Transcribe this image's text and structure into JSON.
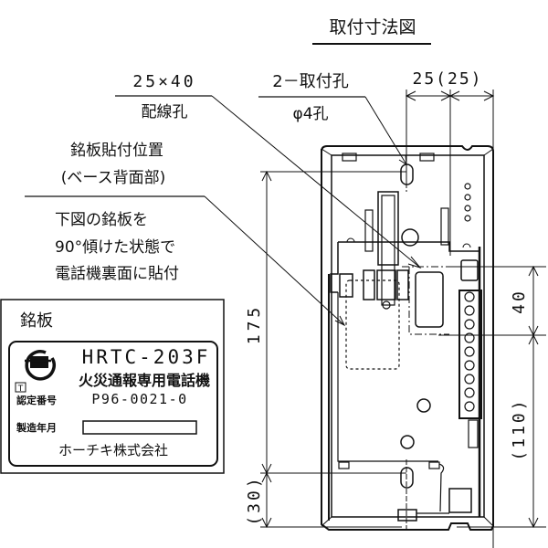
{
  "title": "取付寸法図",
  "callouts": {
    "wiring_hole": {
      "size": "25×40",
      "label": "配線孔"
    },
    "mount_hole": {
      "count": "2－取付孔",
      "diameter": "φ4孔"
    },
    "nameplate_position": {
      "title": "銘板貼付位置",
      "subtitle": "(ベース背面部)",
      "note_lines": [
        "下図の銘板を",
        "90°傾けた状態で",
        "電話機裏面に貼付"
      ]
    }
  },
  "dimensions": {
    "top_width": "25(25)",
    "right_upper": "40",
    "right_lower": "(110)",
    "left_main": "175",
    "left_lower": "(30)"
  },
  "nameplate": {
    "heading": "銘板",
    "model": "HRTC-203F",
    "product_name": "火災通報専用電話機",
    "cert_mark": "T",
    "cert_label": "認定番号",
    "cert_number": "P96-0021-0",
    "manufacture_label": "製造年月",
    "manufacture_value": "",
    "maker": "ホーチキ株式会社"
  },
  "colors": {
    "line": "#111111",
    "background": "#ffffff"
  }
}
